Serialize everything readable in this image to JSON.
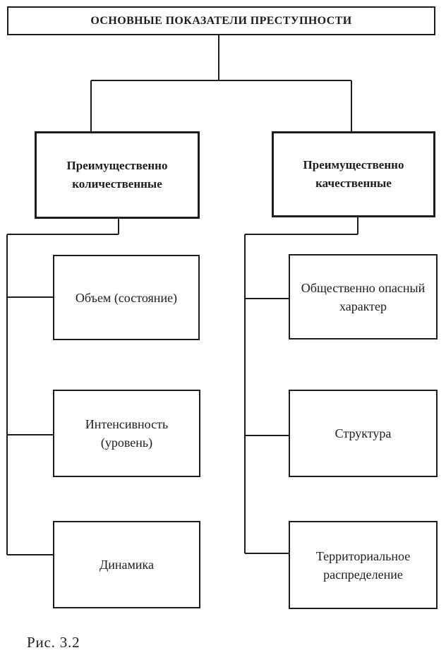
{
  "diagram": {
    "root": {
      "label": "ОСНОВНЫЕ ПОКАЗАТЕЛИ ПРЕСТУПНОСТИ"
    },
    "left_branch": {
      "label": "Преимущественно\nколичественные",
      "children": [
        {
          "label": "Объем (состояние)"
        },
        {
          "label": "Интенсивность\n(уровень)"
        },
        {
          "label": "Динамика"
        }
      ]
    },
    "right_branch": {
      "label": "Преимущественно\nкачественные",
      "children": [
        {
          "label": "Общественно опасный\nхарактер"
        },
        {
          "label": "Структура"
        },
        {
          "label": "Территориальное\nраспределение"
        }
      ]
    },
    "caption": "Рис. 3.2",
    "colors": {
      "ink": "#1c1c1c",
      "background": "#ffffff"
    }
  }
}
